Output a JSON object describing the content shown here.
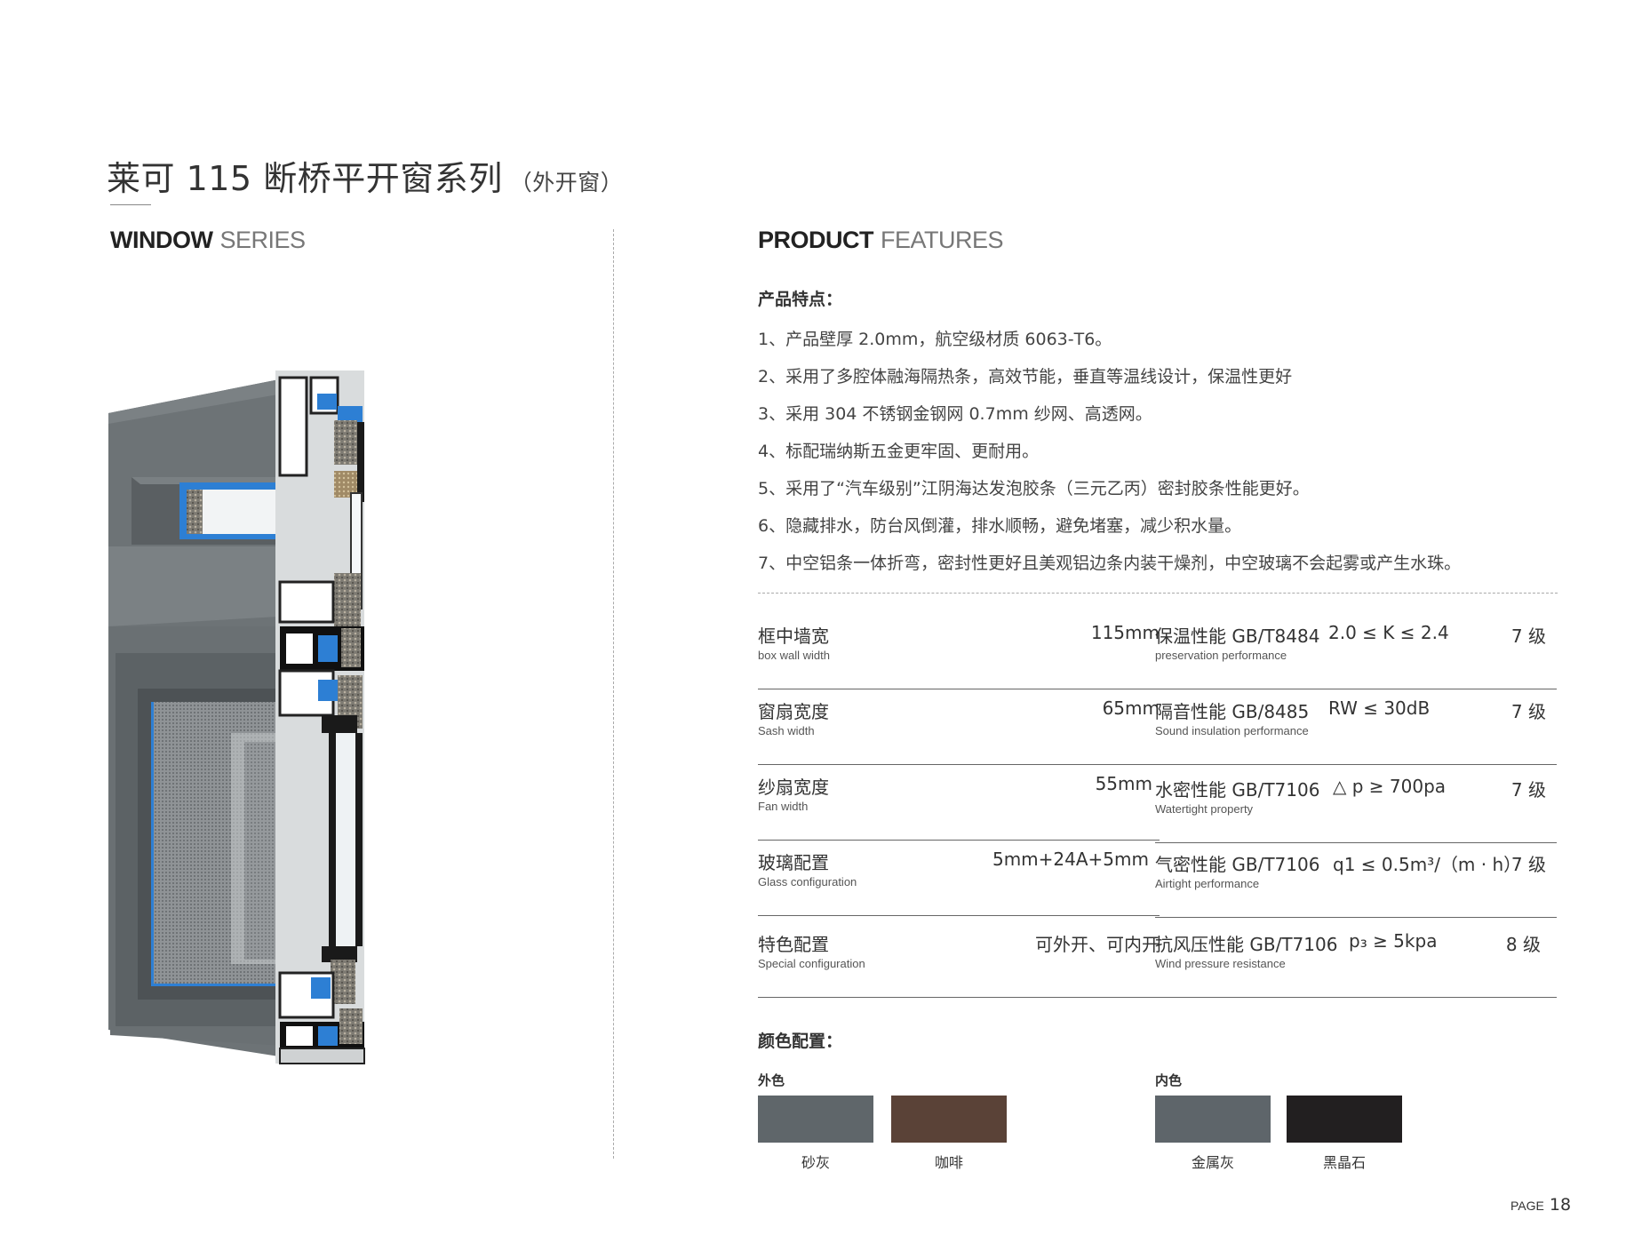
{
  "title": {
    "main": "莱可 115 断桥平开窗系列",
    "sub": "（外开窗）"
  },
  "left_heading": {
    "bold": "WINDOW",
    "light": "SERIES"
  },
  "right_heading": {
    "bold": "PRODUCT",
    "light": "FEATURES"
  },
  "features": {
    "heading": "产品特点：",
    "items": [
      "1、产品壁厚 2.0mm，航空级材质 6063-T6。",
      "2、采用了多腔体融海隔热条，高效节能，垂直等温线设计，保温性更好",
      "3、采用 304 不锈钢金钢网 0.7mm 纱网、高透网。",
      "4、标配瑞纳斯五金更牢固、更耐用。",
      "5、采用了“汽车级别”江阴海达发泡胶条（三元乙丙）密封胶条性能更好。",
      "6、隐藏排水，防台风倒灌，排水顺畅，避免堵塞，减少积水量。",
      "7、中空铝条一体折弯，密封性更好且美观铝边条内装干燥剂，中空玻璃不会起雾或产生水珠。"
    ]
  },
  "specs_left": [
    {
      "cn": "框中墙宽",
      "en": "box wall width",
      "value": "115mm"
    },
    {
      "cn": "窗扇宽度",
      "en": "Sash width",
      "value": "65mm"
    },
    {
      "cn": "纱扇宽度",
      "en": "Fan width",
      "value": "55mm"
    },
    {
      "cn": "玻璃配置",
      "en": "Glass configuration",
      "value": "5mm+24A+5mm"
    },
    {
      "cn": "特色配置",
      "en": "Special configuration",
      "value": "可外开、可内开"
    }
  ],
  "specs_right": [
    {
      "cn": "保温性能 GB/T8484",
      "en": "preservation performance",
      "value": "2.0 ≤ K ≤ 2.4",
      "grade": "7 级"
    },
    {
      "cn": "隔音性能 GB/8485",
      "en": "Sound insulation performance",
      "value": "RW ≤ 30dB",
      "grade": "7 级"
    },
    {
      "cn": "水密性能 GB/T7106",
      "en": "Watertight property",
      "value": "△ p ≥ 700pa",
      "grade": "7 级"
    },
    {
      "cn": "气密性能 GB/T7106",
      "en": "Airtight performance",
      "value": "q1 ≤ 0.5m³/（m · h）",
      "grade": "7 级"
    },
    {
      "cn": "抗风压性能 GB/T7106",
      "en": "Wind pressure resistance",
      "value": "p₃ ≥ 5kpa",
      "grade": "8 级"
    }
  ],
  "colors": {
    "heading": "颜色配置：",
    "outer": {
      "label": "外色",
      "swatches": [
        {
          "name": "砂灰",
          "hex": "#5f666a"
        },
        {
          "name": "咖啡",
          "hex": "#5a4237"
        }
      ]
    },
    "inner": {
      "label": "内色",
      "swatches": [
        {
          "name": "金属灰",
          "hex": "#5e656a"
        },
        {
          "name": "黑晶石",
          "hex": "#221f20"
        }
      ]
    }
  },
  "page": {
    "label": "PAGE",
    "number": "18"
  }
}
